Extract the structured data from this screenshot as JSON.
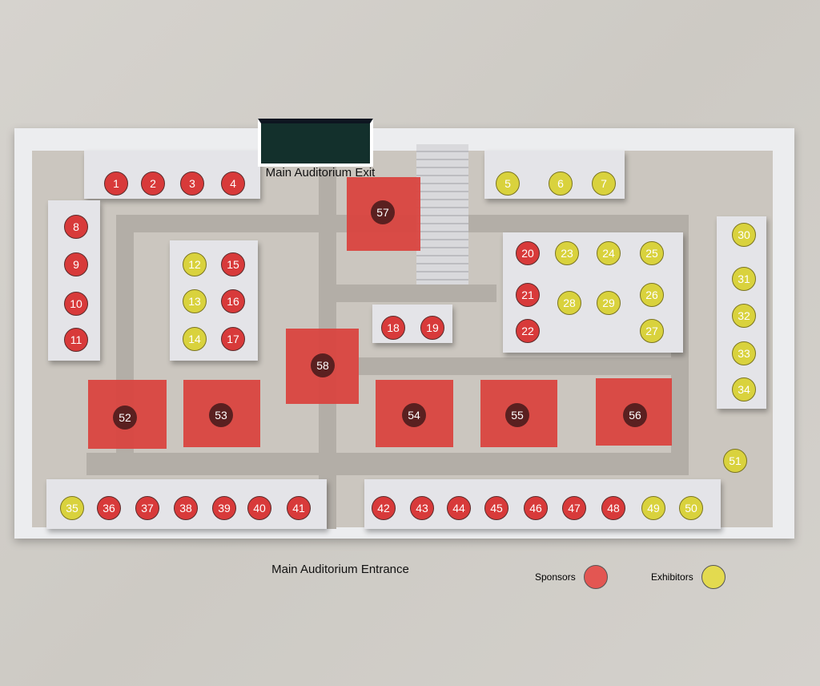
{
  "labels": {
    "exit": "Main Auditorium Exit",
    "entrance": "Main Auditorium Entrance"
  },
  "legend": [
    {
      "label": "Sponsors",
      "color": "#e35652"
    },
    {
      "label": "Exhibitors",
      "color": "#e3da4f"
    }
  ],
  "colors": {
    "sponsor": "#d83a3a",
    "exhibitor": "#d9d23d",
    "stand": "#d9443f",
    "stand_marker": "#5a2020"
  },
  "booths": [
    {
      "n": "1",
      "type": "sponsor"
    },
    {
      "n": "2",
      "type": "sponsor"
    },
    {
      "n": "3",
      "type": "sponsor"
    },
    {
      "n": "4",
      "type": "sponsor"
    },
    {
      "n": "5",
      "type": "exhibitor"
    },
    {
      "n": "6",
      "type": "exhibitor"
    },
    {
      "n": "7",
      "type": "exhibitor"
    },
    {
      "n": "8",
      "type": "sponsor"
    },
    {
      "n": "9",
      "type": "sponsor"
    },
    {
      "n": "10",
      "type": "sponsor"
    },
    {
      "n": "11",
      "type": "sponsor"
    },
    {
      "n": "12",
      "type": "exhibitor"
    },
    {
      "n": "13",
      "type": "exhibitor"
    },
    {
      "n": "14",
      "type": "exhibitor"
    },
    {
      "n": "15",
      "type": "sponsor"
    },
    {
      "n": "16",
      "type": "sponsor"
    },
    {
      "n": "17",
      "type": "sponsor"
    },
    {
      "n": "18",
      "type": "sponsor"
    },
    {
      "n": "19",
      "type": "sponsor"
    },
    {
      "n": "20",
      "type": "sponsor"
    },
    {
      "n": "21",
      "type": "sponsor"
    },
    {
      "n": "22",
      "type": "sponsor"
    },
    {
      "n": "23",
      "type": "exhibitor"
    },
    {
      "n": "24",
      "type": "exhibitor"
    },
    {
      "n": "25",
      "type": "exhibitor"
    },
    {
      "n": "26",
      "type": "exhibitor"
    },
    {
      "n": "27",
      "type": "exhibitor"
    },
    {
      "n": "28",
      "type": "exhibitor"
    },
    {
      "n": "29",
      "type": "exhibitor"
    },
    {
      "n": "30",
      "type": "exhibitor"
    },
    {
      "n": "31",
      "type": "exhibitor"
    },
    {
      "n": "32",
      "type": "exhibitor"
    },
    {
      "n": "33",
      "type": "exhibitor"
    },
    {
      "n": "34",
      "type": "exhibitor"
    },
    {
      "n": "35",
      "type": "exhibitor"
    },
    {
      "n": "36",
      "type": "sponsor"
    },
    {
      "n": "37",
      "type": "sponsor"
    },
    {
      "n": "38",
      "type": "sponsor"
    },
    {
      "n": "39",
      "type": "sponsor"
    },
    {
      "n": "40",
      "type": "sponsor"
    },
    {
      "n": "41",
      "type": "sponsor"
    },
    {
      "n": "42",
      "type": "sponsor"
    },
    {
      "n": "43",
      "type": "sponsor"
    },
    {
      "n": "44",
      "type": "sponsor"
    },
    {
      "n": "45",
      "type": "sponsor"
    },
    {
      "n": "46",
      "type": "sponsor"
    },
    {
      "n": "47",
      "type": "sponsor"
    },
    {
      "n": "48",
      "type": "sponsor"
    },
    {
      "n": "49",
      "type": "exhibitor"
    },
    {
      "n": "50",
      "type": "exhibitor"
    },
    {
      "n": "51",
      "type": "exhibitor"
    }
  ],
  "stands": [
    {
      "n": "52"
    },
    {
      "n": "53"
    },
    {
      "n": "54"
    },
    {
      "n": "55"
    },
    {
      "n": "56"
    },
    {
      "n": "57"
    },
    {
      "n": "58"
    }
  ]
}
